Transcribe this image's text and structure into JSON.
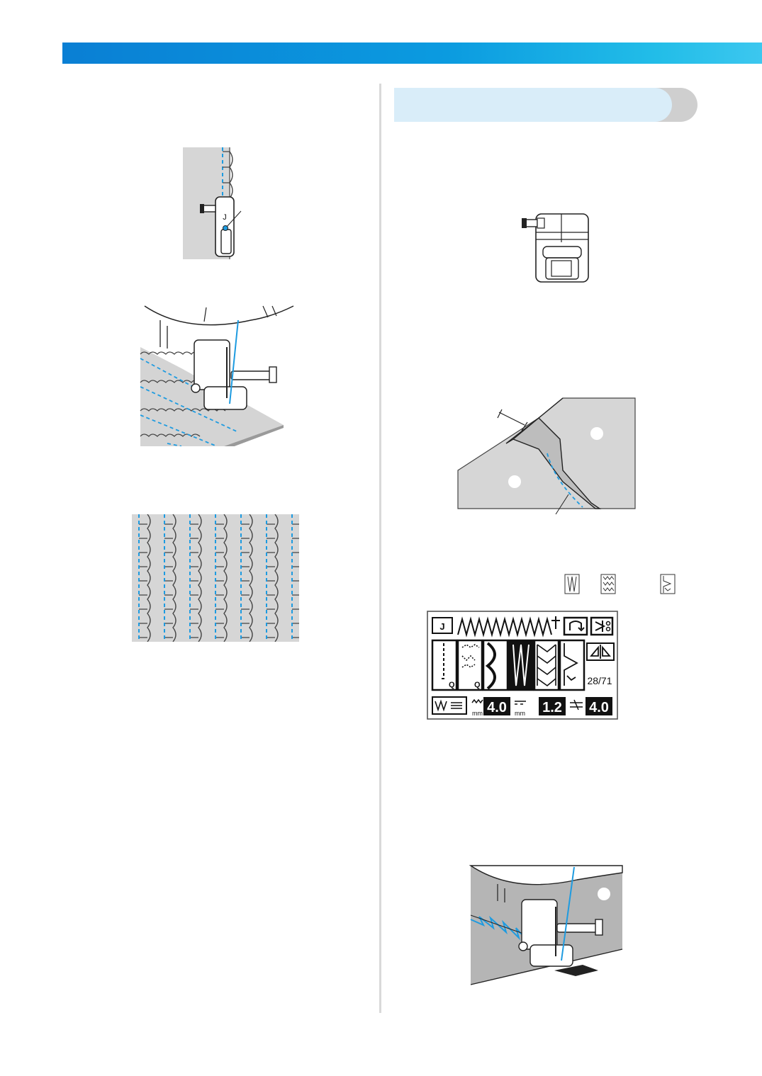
{
  "figures": {
    "presser_foot": {
      "letter": "J"
    },
    "lcd_screen": {
      "pattern_counter": "28/71",
      "stitch_width": "4.0",
      "stitch_length": "1.2",
      "third_value": "4.0",
      "unit_label": "mm"
    }
  }
}
